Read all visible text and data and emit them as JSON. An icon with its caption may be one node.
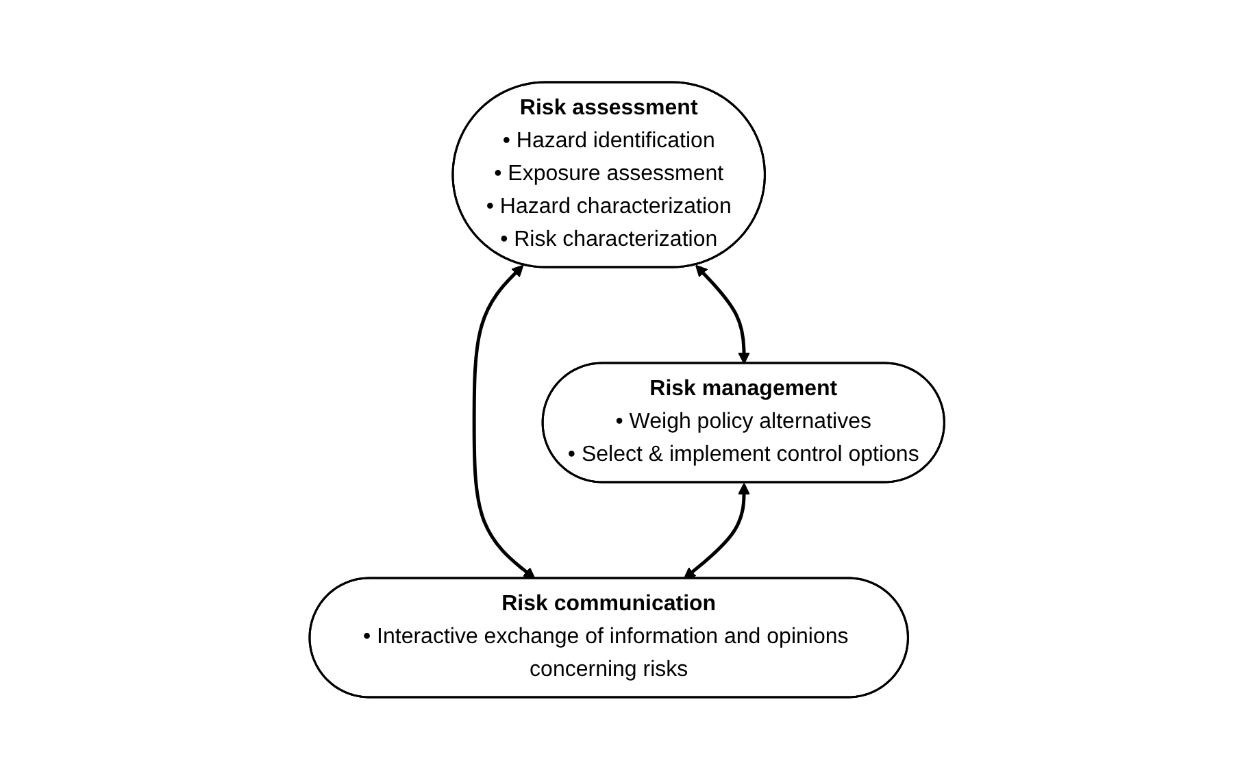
{
  "diagram": {
    "nodes": [
      {
        "text": [
          "Risk assessment",
          "• Hazard identification",
          "• Exposure assessment",
          "• Hazard characterization",
          "• Risk characterization"
        ]
      },
      {
        "text": [
          "Risk management",
          "• Weigh policy alternatives",
          "• Select & implement control options"
        ]
      },
      {
        "text": [
          "Risk communication",
          "• Interactive exchange of information and opinions concerning risks"
        ]
      }
    ],
    "edges": [
      {
        "from": 0,
        "to": 1,
        "arrow": "both"
      },
      {
        "from": 0,
        "to": 2,
        "arrow": "both"
      },
      {
        "from": 1,
        "to": 2,
        "arrow": "both"
      }
    ]
  }
}
